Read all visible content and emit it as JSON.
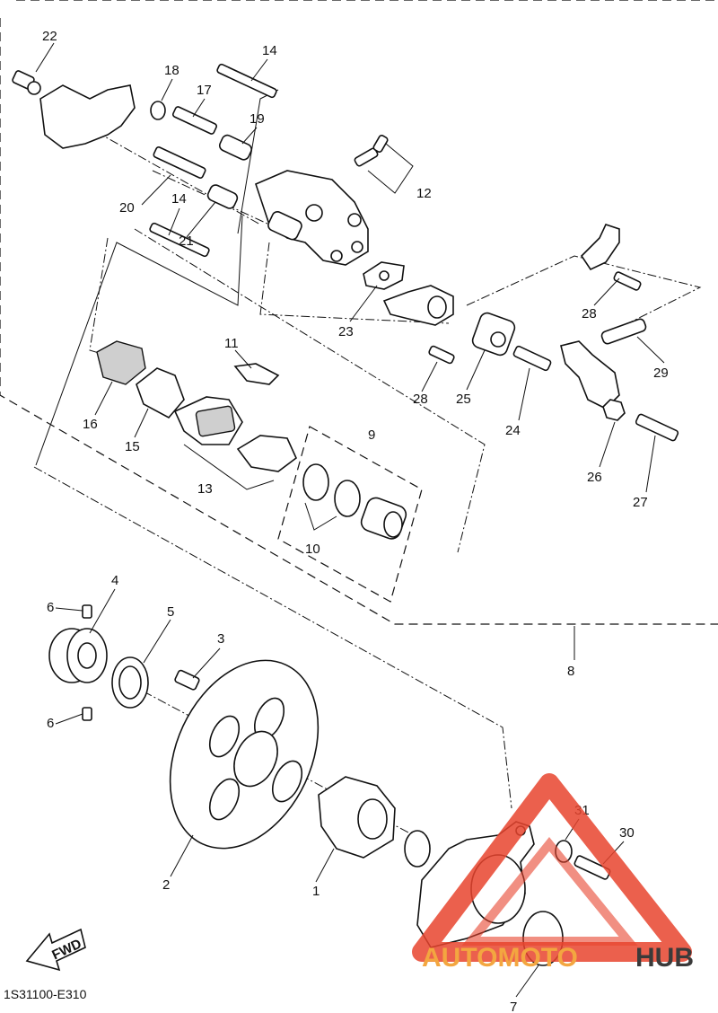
{
  "diagram": {
    "drawing_code": "1S31100-E310",
    "direction_label": "FWD",
    "callouts": [
      "1",
      "2",
      "3",
      "4",
      "5",
      "6",
      "6",
      "7",
      "8",
      "9",
      "10",
      "11",
      "12",
      "13",
      "14",
      "14",
      "15",
      "16",
      "17",
      "18",
      "19",
      "20",
      "21",
      "22",
      "23",
      "24",
      "25",
      "26",
      "27",
      "28",
      "28",
      "29",
      "30",
      "31"
    ]
  },
  "watermark": {
    "text_part1": "AUTOMOTO",
    "text_part2": "HUB",
    "color_primary": "#e8442e",
    "color_secondary": "#f3a640",
    "color_dark": "#3a3a3a"
  },
  "colors": {
    "ink": "#111111",
    "background": "#ffffff"
  }
}
